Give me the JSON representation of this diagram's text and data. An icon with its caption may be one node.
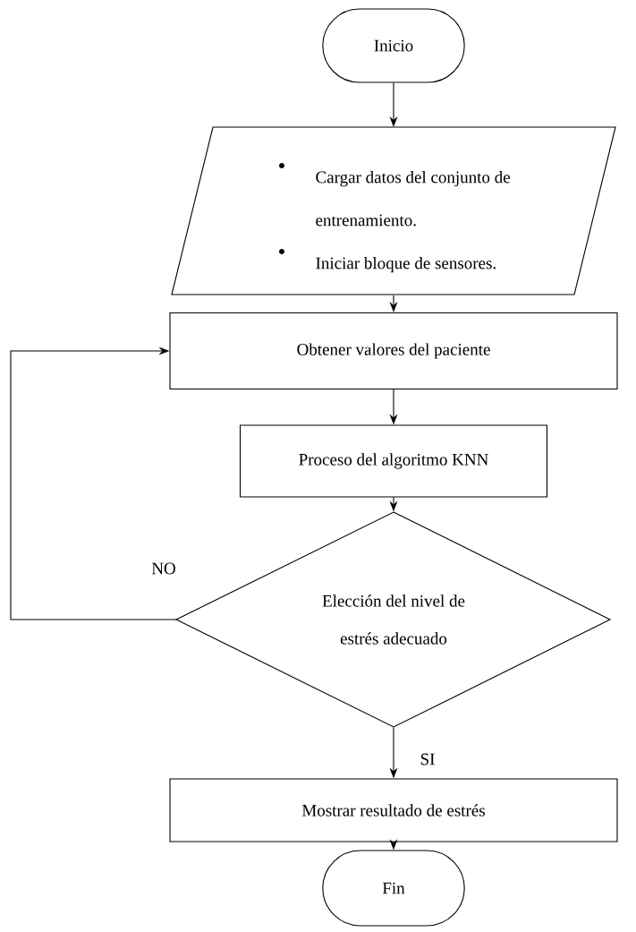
{
  "diagram": {
    "nodes": [
      {
        "text": [
          "Inicio"
        ]
      },
      {
        "text": [
          "Cargar datos del conjunto de entrenamiento.",
          "Iniciar bloque de sensores."
        ]
      },
      {
        "text": [
          "Obtener valores del paciente"
        ]
      },
      {
        "text": [
          "Proceso del algoritmo KNN"
        ]
      },
      {
        "text": [
          "Elección del nivel de estrés adecuado"
        ]
      },
      {
        "text": [
          "Mostrar resultado de estrés"
        ]
      },
      {
        "text": [
          "Fin"
        ]
      }
    ],
    "edges": [
      {
        "from": 0,
        "to": 1,
        "arrow": "to"
      },
      {
        "from": 1,
        "to": 2,
        "arrow": "to"
      },
      {
        "from": 2,
        "to": 3,
        "arrow": "to"
      },
      {
        "from": 3,
        "to": 4,
        "arrow": "to"
      },
      {
        "from": 4,
        "to": 2,
        "arrow": "to",
        "label": "NO"
      },
      {
        "from": 4,
        "to": 5,
        "arrow": "to",
        "label": "SI"
      },
      {
        "from": 5,
        "to": 6,
        "arrow": "to"
      }
    ]
  }
}
